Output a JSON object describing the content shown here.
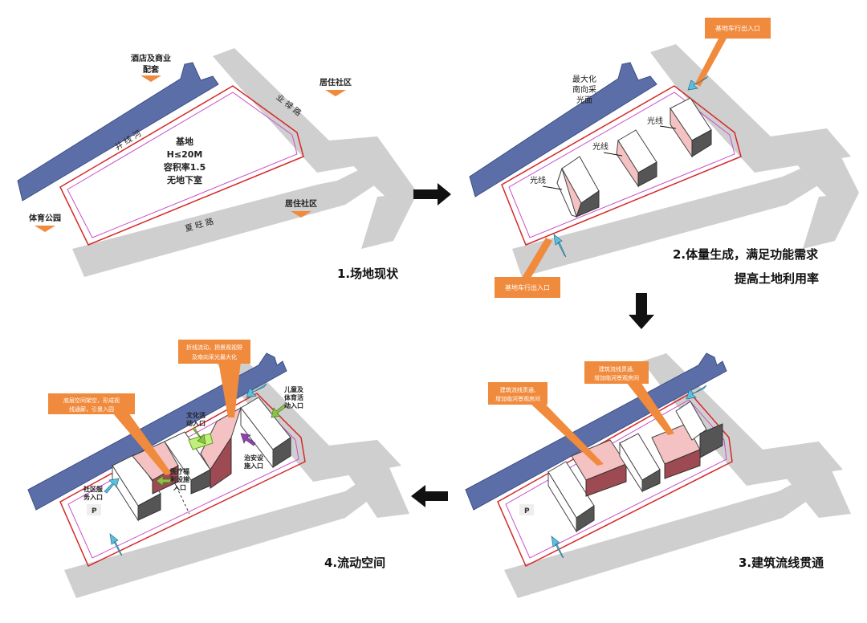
{
  "panel1": {
    "caption": "1.场地现状",
    "river": "井 线 河",
    "road_top": "业 禄 路",
    "road_bottom": "夏 旺 路",
    "site_lines": [
      "基地",
      "H≤20M",
      "容积率1.5",
      "无地下室"
    ],
    "hotel_lines": [
      "酒店及商业",
      "配套"
    ],
    "residential_top": "居住社区",
    "residential_bottom": "居住社区",
    "sports_park": "体育公园"
  },
  "panel2": {
    "caption_lines": [
      "2.体量生成，满足功能需求",
      "提高土地利用率"
    ],
    "entry_top": "基地车行出入口",
    "entry_bottom": "基地车行出入口",
    "sun_lines": [
      "最大化",
      "南向采",
      "光面"
    ],
    "light_labels": [
      "光线",
      "光线",
      "光线"
    ]
  },
  "panel3": {
    "caption": "3.建筑流线贯通",
    "callout_left": [
      "建筑流线贯通,",
      "增加临河景观房间"
    ],
    "callout_right": [
      "建筑流线贯通,",
      "增加临河景观房间"
    ],
    "parking": "P"
  },
  "panel4": {
    "caption": "4.流动空间",
    "callout_top": [
      "折线流动，把景观视野",
      "及南向采光最大化"
    ],
    "callout_left": [
      "底层空间架空，形成视",
      "线通廊，引景入园"
    ],
    "culture_entry": [
      "文化活",
      "动入口"
    ],
    "children_entry": [
      "儿童及",
      "体育活",
      "动入口"
    ],
    "security_entry": [
      "治安设",
      "施入口"
    ],
    "medical_entry": [
      "医疗福",
      "利设施",
      "入口"
    ],
    "community_entry": [
      "社区服",
      "务入口"
    ],
    "parking": "P"
  },
  "colors": {
    "river": "#5b6ea8",
    "road": "#cfcfcf",
    "redline": "#d62828",
    "magenta": "#c850c8",
    "orange": "#f08a3c",
    "blue_arrow": "#5bc0de",
    "green_arrow": "#8bc34a",
    "purple_arrow": "#8e44ad",
    "pink": "#f4c2c2",
    "dark_red": "#9e4a52"
  },
  "icons": [
    "arrow-right-icon",
    "arrow-down-icon",
    "arrow-left-icon"
  ]
}
